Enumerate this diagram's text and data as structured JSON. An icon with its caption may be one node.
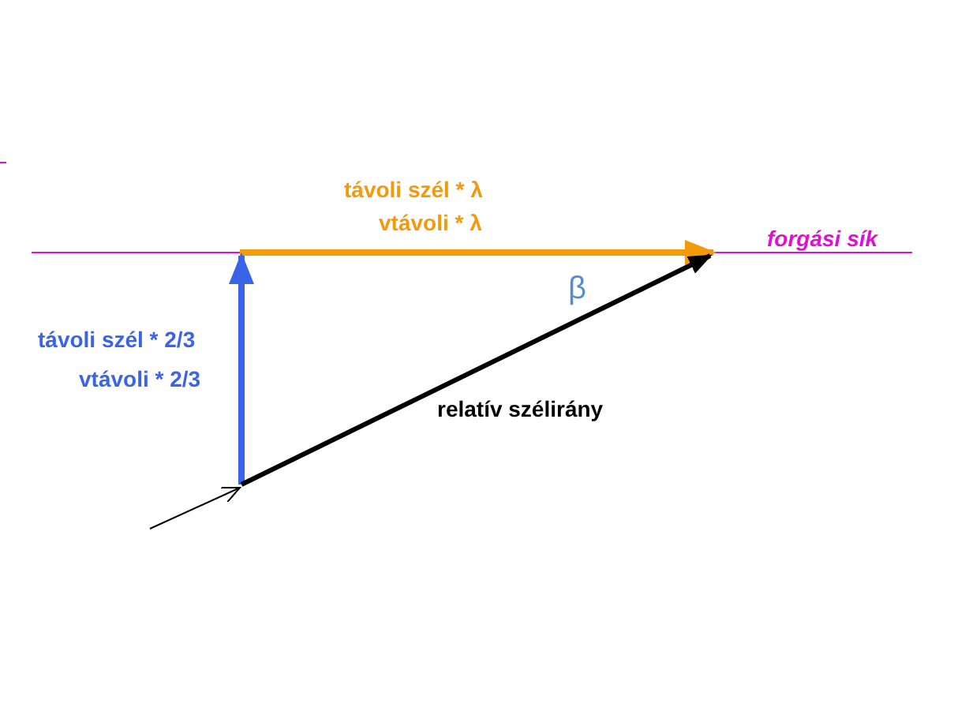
{
  "diagram": {
    "labels": [
      "távoli szél * λ",
      "vtávoli * λ",
      "forgási sík",
      "β",
      "távoli szél * 2/3",
      "vtávoli * 2/3",
      "relatív szélirány"
    ]
  }
}
